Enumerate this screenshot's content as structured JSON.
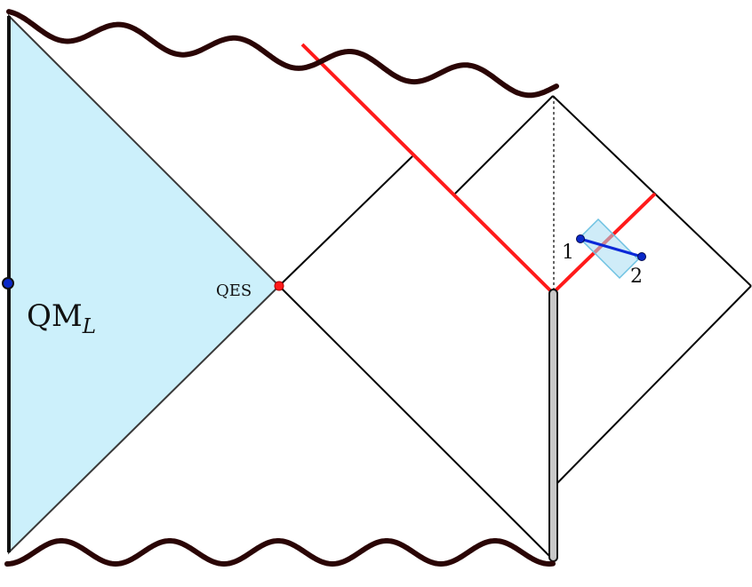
{
  "labels": {
    "qes": "QES",
    "qm_main": "QM",
    "qm_sub": "L",
    "point_1": "1",
    "point_2": "2"
  },
  "colors": {
    "background": "#ffffff",
    "wedge_fill": "#ccf0fb",
    "wedge_edge": "#3a3a3a",
    "singularity": "#2a0505",
    "red_line": "#ff1a1a",
    "black_line": "#000000",
    "blue_segment": "#0a28d8",
    "blue_point": "#0a28c8",
    "qes_point": "#ff1a1a",
    "box_fill": "#a8dcf2",
    "box_edge": "#6ec2e2",
    "bar_fill": "#c8c8c8",
    "bar_edge": "#111111",
    "dashed_line": "#000000"
  }
}
